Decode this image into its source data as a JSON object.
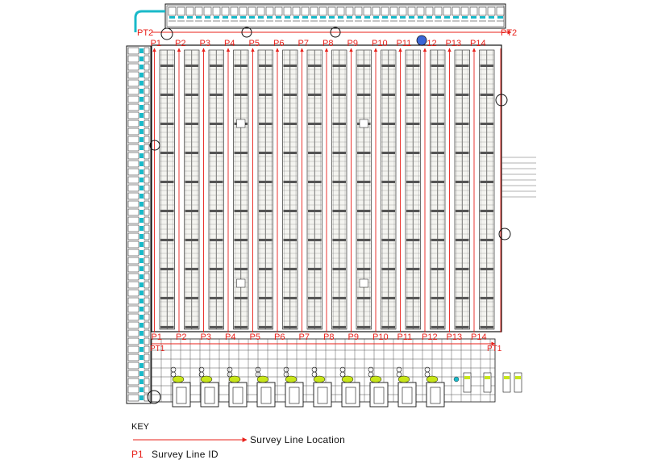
{
  "survey_lines": [
    "P1",
    "P2",
    "P3",
    "P4",
    "P5",
    "P6",
    "P7",
    "P8",
    "P9",
    "P10",
    "P11",
    "P12",
    "P13",
    "P14"
  ],
  "top_traverse_label": "PT2",
  "bottom_traverse_label": "PT1",
  "key": {
    "title": "KEY",
    "arrow_label": "Survey Line Location",
    "id_sample": "P1",
    "id_label": "Survey Line ID"
  },
  "colors": {
    "survey_red": "#e8201a",
    "cyan": "#19b9c9",
    "ink": "#111111",
    "grid": "#8a8a8a",
    "blue_marker": "#3a66d8",
    "yellow_green": "#c8e61a"
  }
}
